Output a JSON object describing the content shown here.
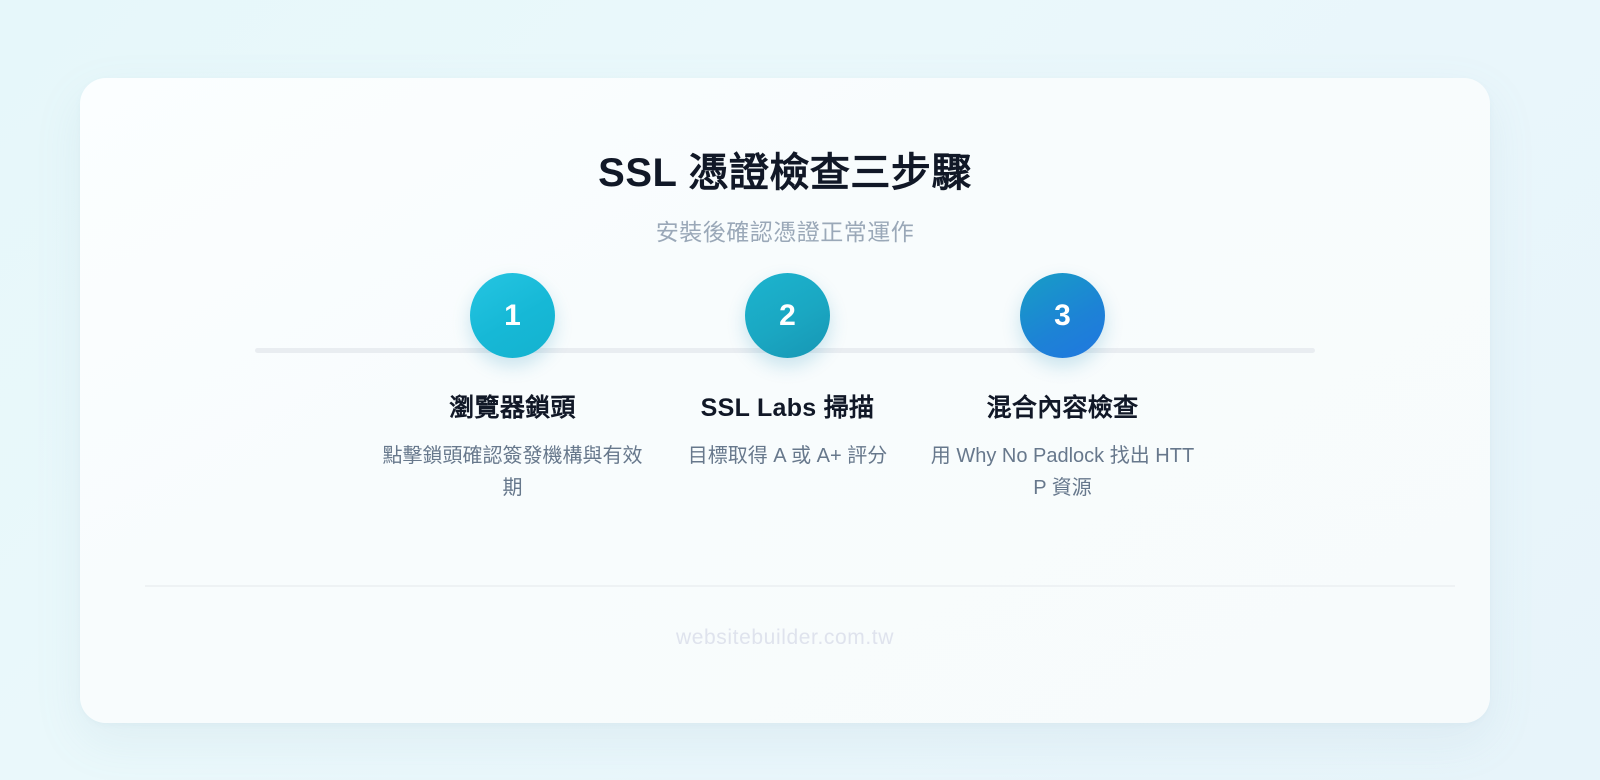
{
  "page": {
    "background_color": "#e8f6fb"
  },
  "card": {
    "background_color": "#f9fdfe",
    "title": "SSL 憑證檢查三步驟",
    "subtitle": "安裝後確認憑證正常運作",
    "footer": "websitebuilder.com.tw",
    "title_color": "#111827",
    "subtitle_color": "#9aa8b8",
    "footer_color": "#dfe3ed",
    "connector_color": "#e9edf1",
    "divider_color": "#eef2f4"
  },
  "steps": [
    {
      "number": "1",
      "title": "瀏覽器鎖頭",
      "desc": "點擊鎖頭確認簽發機構與有效期",
      "color": "#16b8d6"
    },
    {
      "number": "2",
      "title": "SSL Labs 掃描",
      "desc": "目標取得 A 或 A+ 評分",
      "color": "#1aa7c2"
    },
    {
      "number": "3",
      "title": "混合內容檢查",
      "desc": "用 Why No Padlock 找出 HTTP 資源",
      "color": "#2077e0"
    }
  ]
}
